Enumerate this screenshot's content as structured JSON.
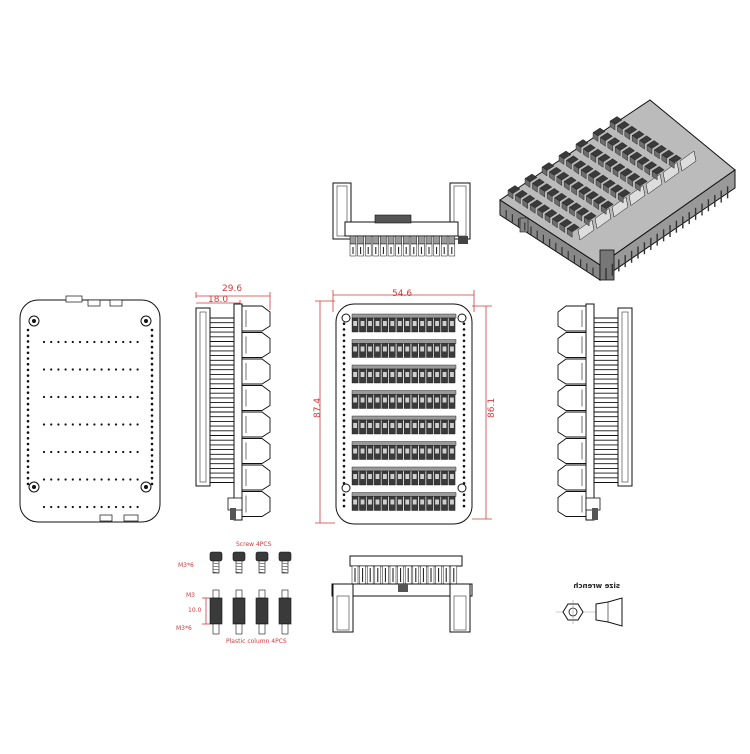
{
  "dimensions": {
    "width_outer": "29.6",
    "width_inner": "18.0",
    "board_width": "54.6",
    "height_left": "87.4",
    "height_right": "86.1",
    "standoff_top": "M3",
    "standoff_length": "10.0",
    "standoff_bottom": "M3*6",
    "screw_spec": "M3*6"
  },
  "labels": {
    "screw_caption": "Screw 4PCS",
    "column_caption": "Plastic column 4PCS",
    "tool_caption": "size wrench"
  },
  "colors": {
    "dimension": "#d23a3a",
    "outline": "#111111",
    "fill_dark": "#3a3a3a",
    "fill_mid": "#9a9a9a"
  }
}
